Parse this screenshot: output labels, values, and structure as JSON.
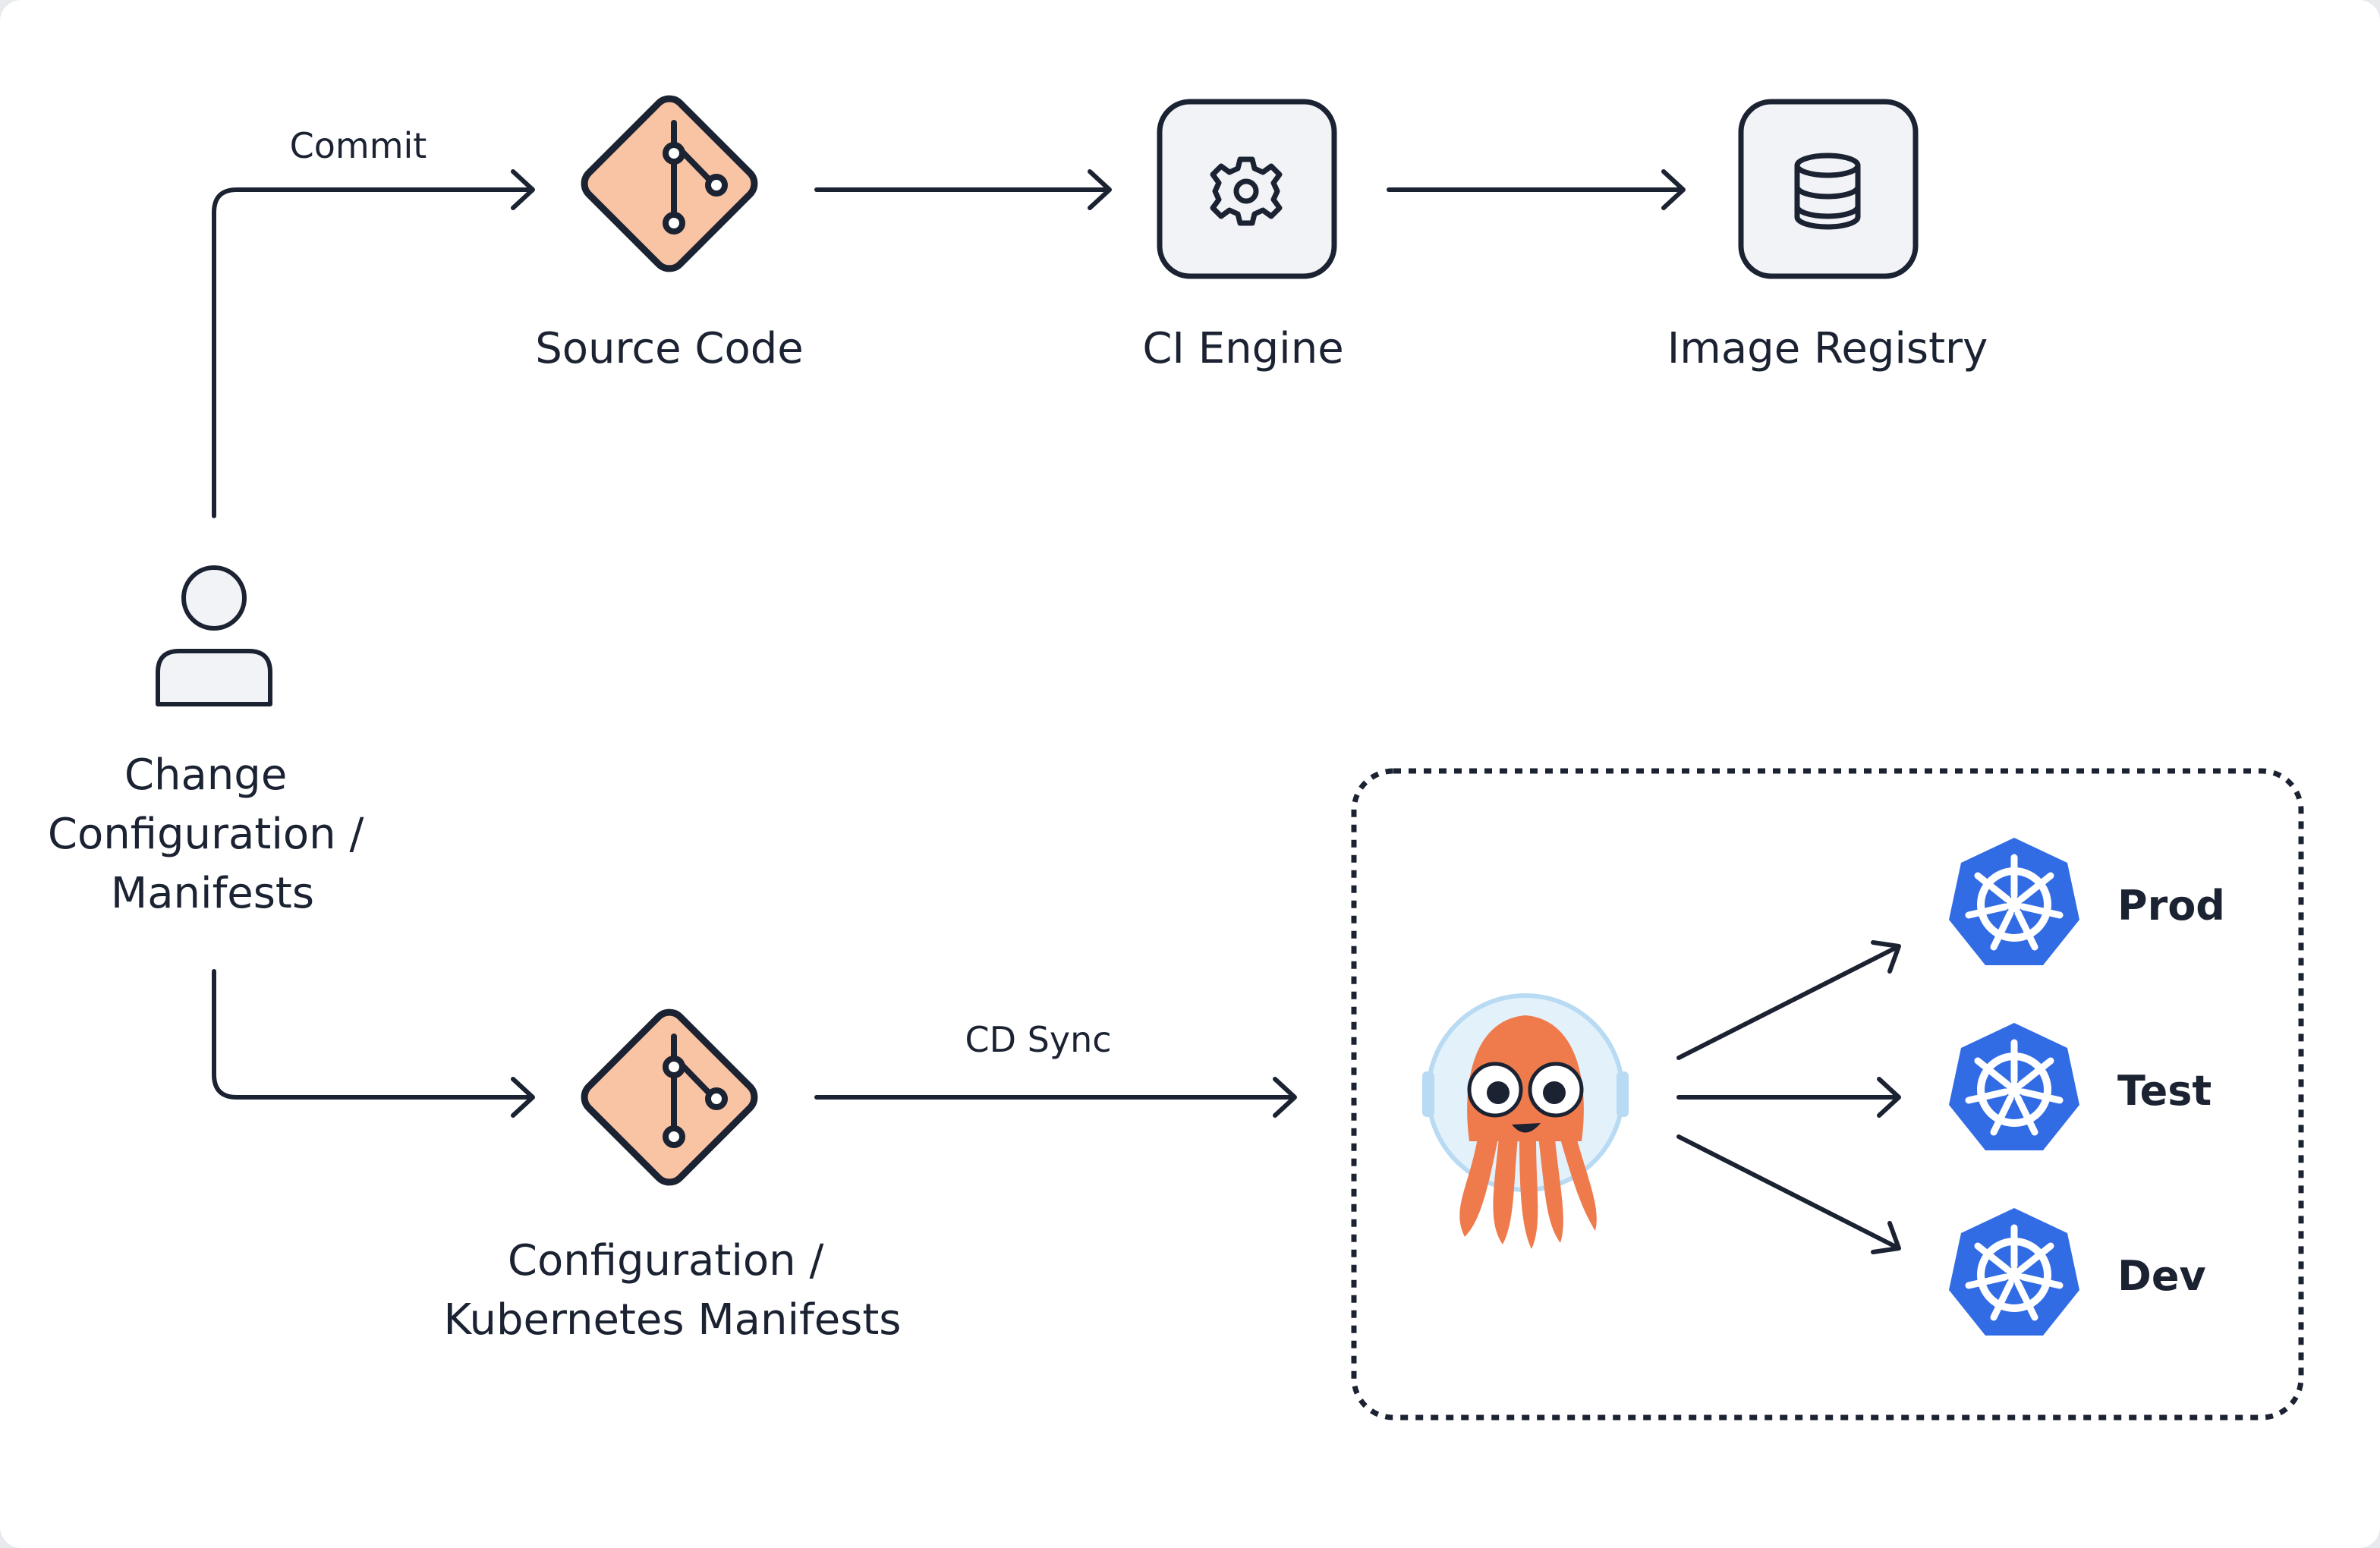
{
  "colors": {
    "background": "#ffffff",
    "outer": "#e9eaee",
    "ink": "#1b2232",
    "git_fill": "#f9c4a4",
    "box_fill": "#f2f3f7",
    "k8s_blue": "#326ce5",
    "argo_orange": "#ef7b4d"
  },
  "actor": {
    "label_lines": [
      "Change",
      "Configuration /",
      "Manifests"
    ],
    "icon": "person-icon"
  },
  "nodes": {
    "source_code": {
      "label": "Source Code",
      "icon": "git-icon"
    },
    "ci_engine": {
      "label": "CI Engine",
      "icon": "gear-icon"
    },
    "image_registry": {
      "label": "Image Registry",
      "icon": "database-icon"
    },
    "config_manifests": {
      "label_lines": [
        "Configuration /",
        "Kubernetes Manifests"
      ],
      "icon": "git-icon"
    },
    "argo": {
      "icon": "argo-octopus-icon"
    }
  },
  "edges": {
    "commit": "Commit",
    "cd_sync": "CD Sync"
  },
  "environments": [
    {
      "label": "Prod",
      "icon": "kubernetes-icon"
    },
    {
      "label": "Test",
      "icon": "kubernetes-icon"
    },
    {
      "label": "Dev",
      "icon": "kubernetes-icon"
    }
  ]
}
